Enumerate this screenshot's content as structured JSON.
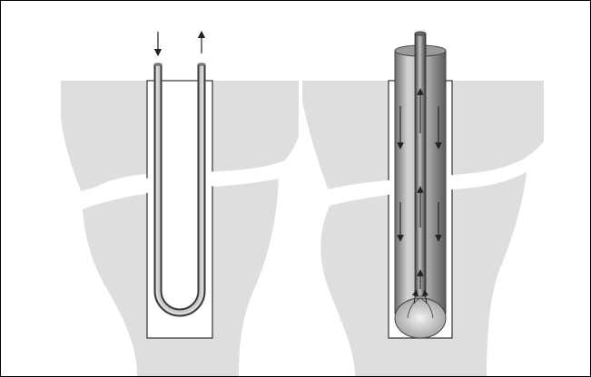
{
  "figure": {
    "border_color": "#000000",
    "background": "#ffffff"
  },
  "colors": {
    "ground": "#dedede",
    "ground_stroke": "#c8c8c8",
    "borehole": "#ffffff",
    "borehole_stroke": "#333333",
    "pipe_dark": "#555555",
    "pipe_mid": "#9a9a9a",
    "pipe_light": "#e6e6e6",
    "arrow": "#222222"
  },
  "panels": [
    {
      "name": "u-tube-borehole",
      "description_icon": "u-tube-heat-exchanger-icon",
      "flow": [
        "down",
        "up"
      ]
    },
    {
      "name": "coaxial-borehole",
      "description_icon": "coaxial-heat-exchanger-icon",
      "flow": [
        "down-annulus",
        "up-center"
      ]
    }
  ]
}
